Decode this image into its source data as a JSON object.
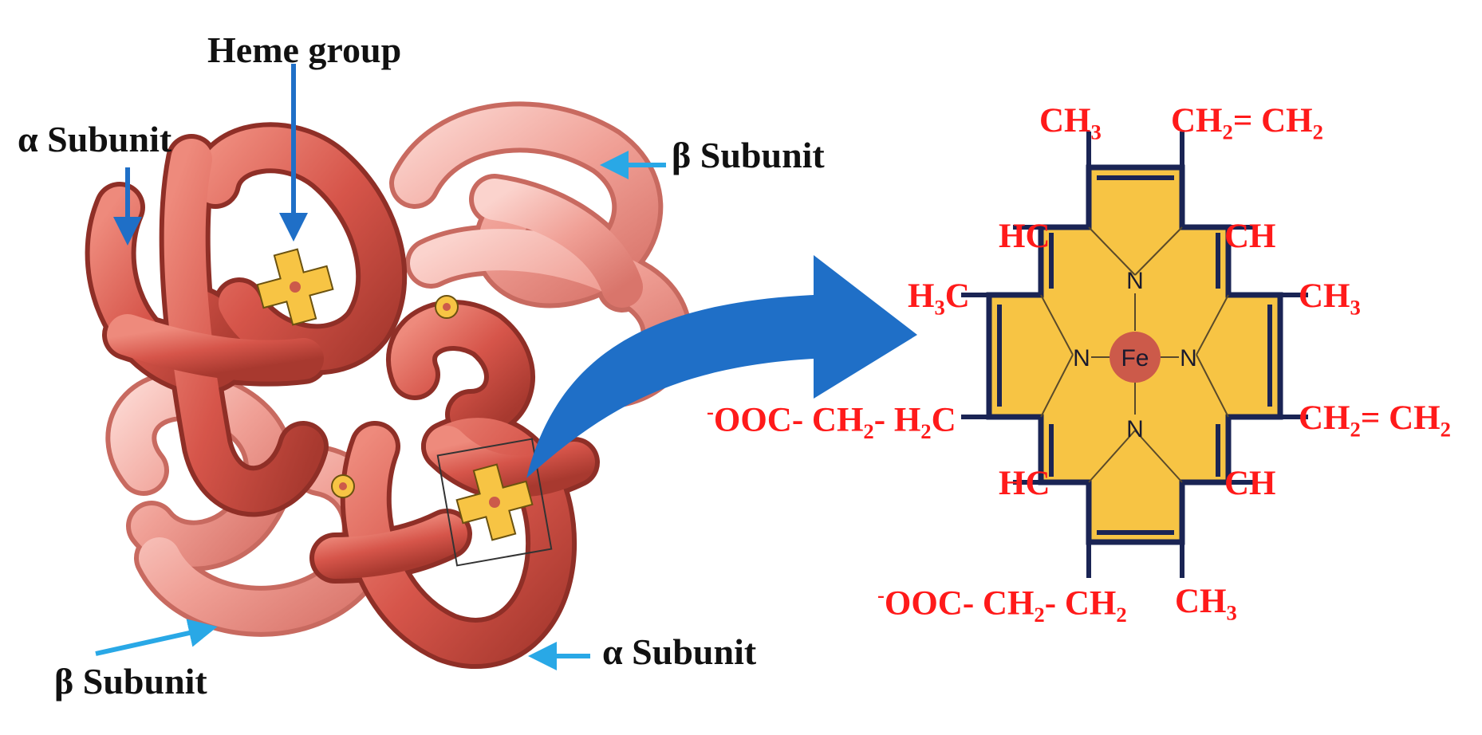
{
  "labels": {
    "heme_group": "Heme group",
    "alpha_subunit_top": "α Subunit",
    "beta_subunit_top": "β Subunit",
    "beta_subunit_bottom": "β Subunit",
    "alpha_subunit_bottom": "α Subunit"
  },
  "heme_structure": {
    "center_atom": "Fe",
    "nitrogen": "N",
    "substituents": {
      "top_left": "CH3",
      "top_right": "CH2= CH2",
      "upper_left_methine": "HC",
      "upper_right_methine": "CH",
      "left_upper": "H3C",
      "right_upper": "CH3",
      "left_lower": "-OOC- CH2- H2C",
      "right_lower": "CH2= CH2",
      "lower_left_methine": "HC",
      "lower_right_methine": "CH",
      "bottom_left": "-OOC- CH2- CH2",
      "bottom_right": "CH3"
    }
  },
  "colors": {
    "protein": "#d9574a",
    "protein_light": "#f2a39b",
    "heme_fill": "#f7c444",
    "bond": "#1a2454",
    "iron": "#cc5a4a",
    "chem_text": "#ff1a1a",
    "arrow_blue": "#1f6fc7",
    "pointer_light_blue": "#29a8e6"
  }
}
